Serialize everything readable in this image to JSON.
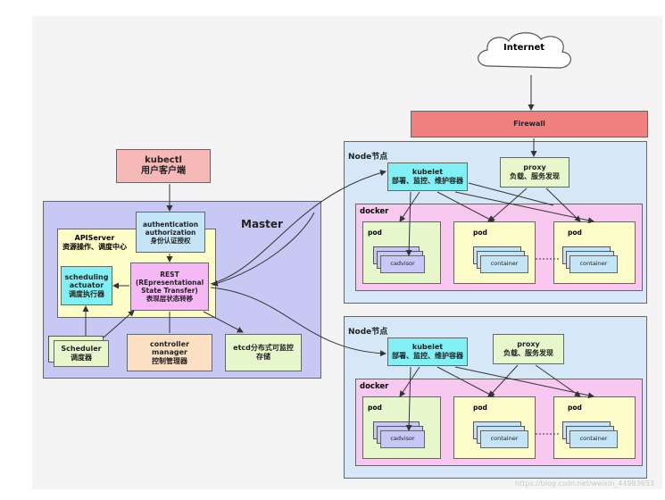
{
  "internet": "Internet",
  "firewall": "Firewall",
  "kubectl": {
    "line1": "kubectl",
    "line2": "用户客户端"
  },
  "master": {
    "title": "Master",
    "auth": {
      "line1": "authentication",
      "line2": "authorization",
      "line3": "身份认证授权"
    },
    "apiserver": {
      "line1": "APIServer",
      "line2": "资源操作、调度中心"
    },
    "scheduling": {
      "line1": "scheduling",
      "line2": "actuator",
      "line3": "调度执行器"
    },
    "rest": {
      "line1": "REST",
      "line2": "(REpresentational",
      "line3": "State Transfer)",
      "line4": "表现层状态转移"
    },
    "scheduler": {
      "line1": "Scheduler",
      "line2": "调度器"
    },
    "controller": {
      "line1": "controller",
      "line2": "manager",
      "line3": "控制管理器"
    },
    "etcd": {
      "line1": "etcd分布式可监控",
      "line2": "存储"
    }
  },
  "nodes": [
    {
      "title": "Node节点",
      "kubelet": {
        "line1": "kubelet",
        "line2": "部署、监控、维护容器"
      },
      "proxy": {
        "line1": "proxy",
        "line2": "负载、服务发现"
      },
      "docker": "docker",
      "pods": [
        {
          "label": "pod",
          "inner": "cadvisor"
        },
        {
          "label": "pod",
          "inner": "container"
        },
        {
          "label": "pod",
          "inner": "container"
        }
      ]
    },
    {
      "title": "Node节点",
      "kubelet": {
        "line1": "kubelet",
        "line2": "部署、监控、维护容器"
      },
      "proxy": {
        "line1": "proxy",
        "line2": "负载、服务发现"
      },
      "docker": "docker",
      "pods": [
        {
          "label": "pod",
          "inner": "cadvisor"
        },
        {
          "label": "pod",
          "inner": "container"
        },
        {
          "label": "pod",
          "inner": "container"
        }
      ]
    }
  ],
  "watermark": "https://blog.csdn.net/weixin_44983653",
  "colors": {
    "firewall": "#f08080",
    "kubectl": "#f7b8b8",
    "master_bg": "#c8c8f4",
    "apiserver": "#fdfdc8",
    "cyan": "#80f0f4",
    "pink": "#f7b8f7",
    "green_light": "#e6f7cc",
    "orange_light": "#fce0c4",
    "node_bg": "#d6e8f8",
    "docker_bg": "#f8c8f0",
    "pod_bg": "#fcfcc8",
    "stack_purple": "#c8c8f8",
    "stack_blue": "#c4e4f8"
  }
}
